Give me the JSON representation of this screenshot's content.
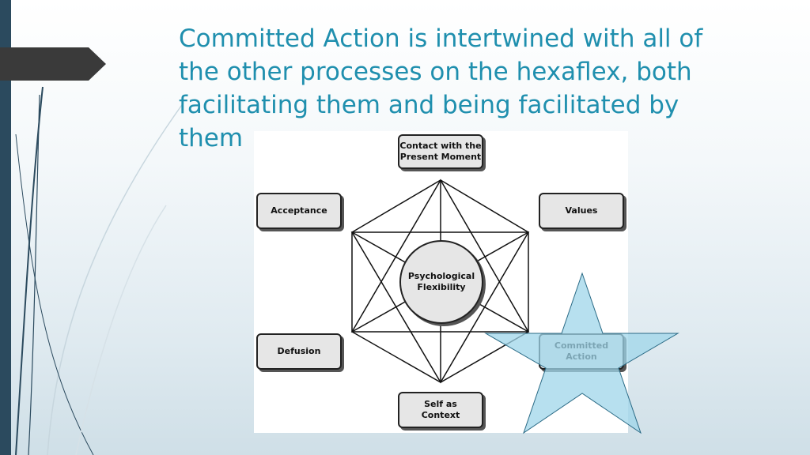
{
  "slide": {
    "title": "Committed Action is intertwined with all of the other processes on the hexaflex, both facilitating them and being facilitated by them"
  },
  "hexaflex": {
    "center": "Psychological\nFlexibility",
    "processes": {
      "contact": "Contact with the\nPresent Moment",
      "acceptance": "Acceptance",
      "values": "Values",
      "defusion": "Defusion",
      "self": "Self as\nContext",
      "committed": "Committed\nAction"
    },
    "highlight_color": "#9fd5ea",
    "highlight_target": "Committed Action"
  },
  "colors": {
    "title": "#1f8fae",
    "side_bar": "#2b4a5e",
    "tab": "#3a3a3a"
  }
}
